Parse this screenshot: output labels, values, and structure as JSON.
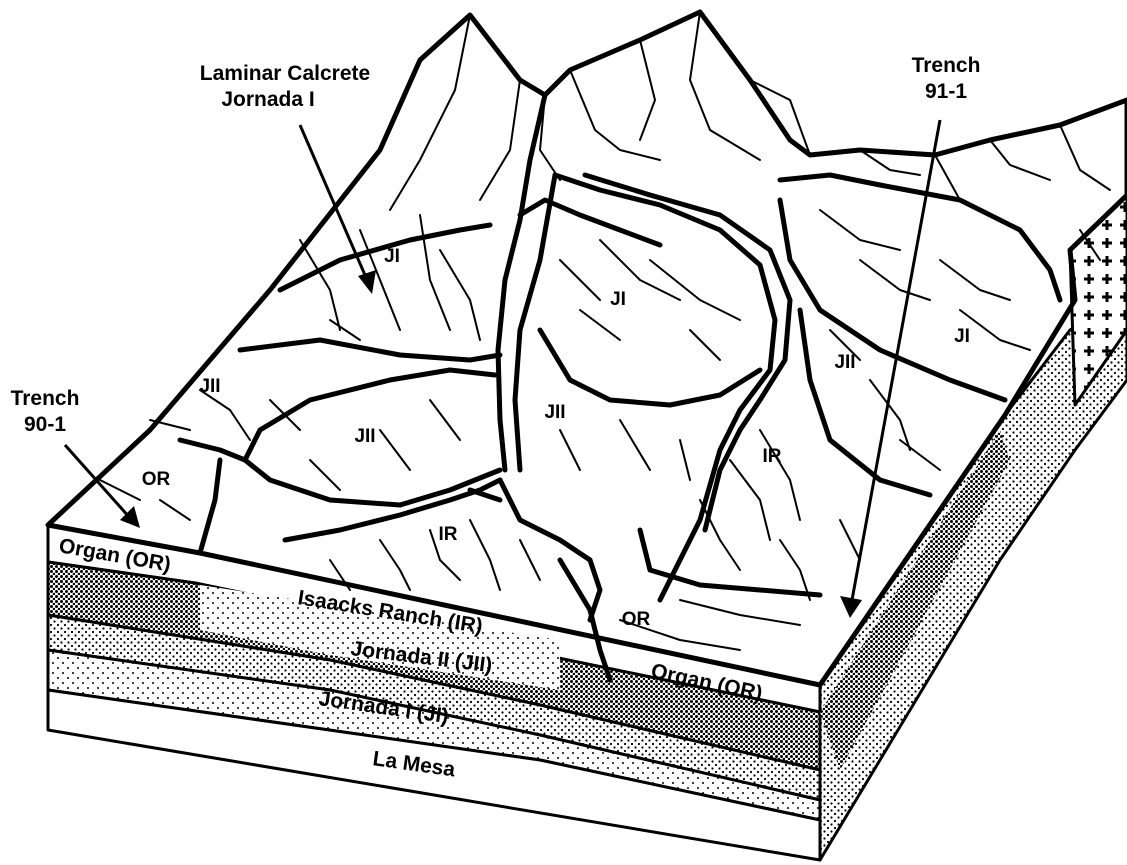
{
  "annotations": {
    "laminar_calcrete_line1": "Laminar Calcrete",
    "laminar_calcrete_line2": "Jornada I",
    "trench_91_line1": "Trench",
    "trench_91_line2": "91-1",
    "trench_90_line1": "Trench",
    "trench_90_line2": "90-1"
  },
  "surface_units": {
    "ji_left": "JI",
    "ji_center": "JI",
    "ji_right": "JI",
    "jii_far_left": "JII",
    "jii_left": "JII",
    "jii_center": "JII",
    "jii_right": "JII",
    "ir_center": "IR",
    "ir_right": "IR",
    "or_left": "OR",
    "or_center": "OR"
  },
  "section_layers": {
    "organ_left": "Organ (OR)",
    "isaacks_ranch": "Isaacks Ranch (IR)",
    "jornada_ii": "Jornada II (JII)",
    "organ_right": "Organ (OR)",
    "jornada_i": "Jornada I (JI)",
    "la_mesa": "La Mesa"
  },
  "colors": {
    "ink": "#000000",
    "paper": "#ffffff"
  }
}
